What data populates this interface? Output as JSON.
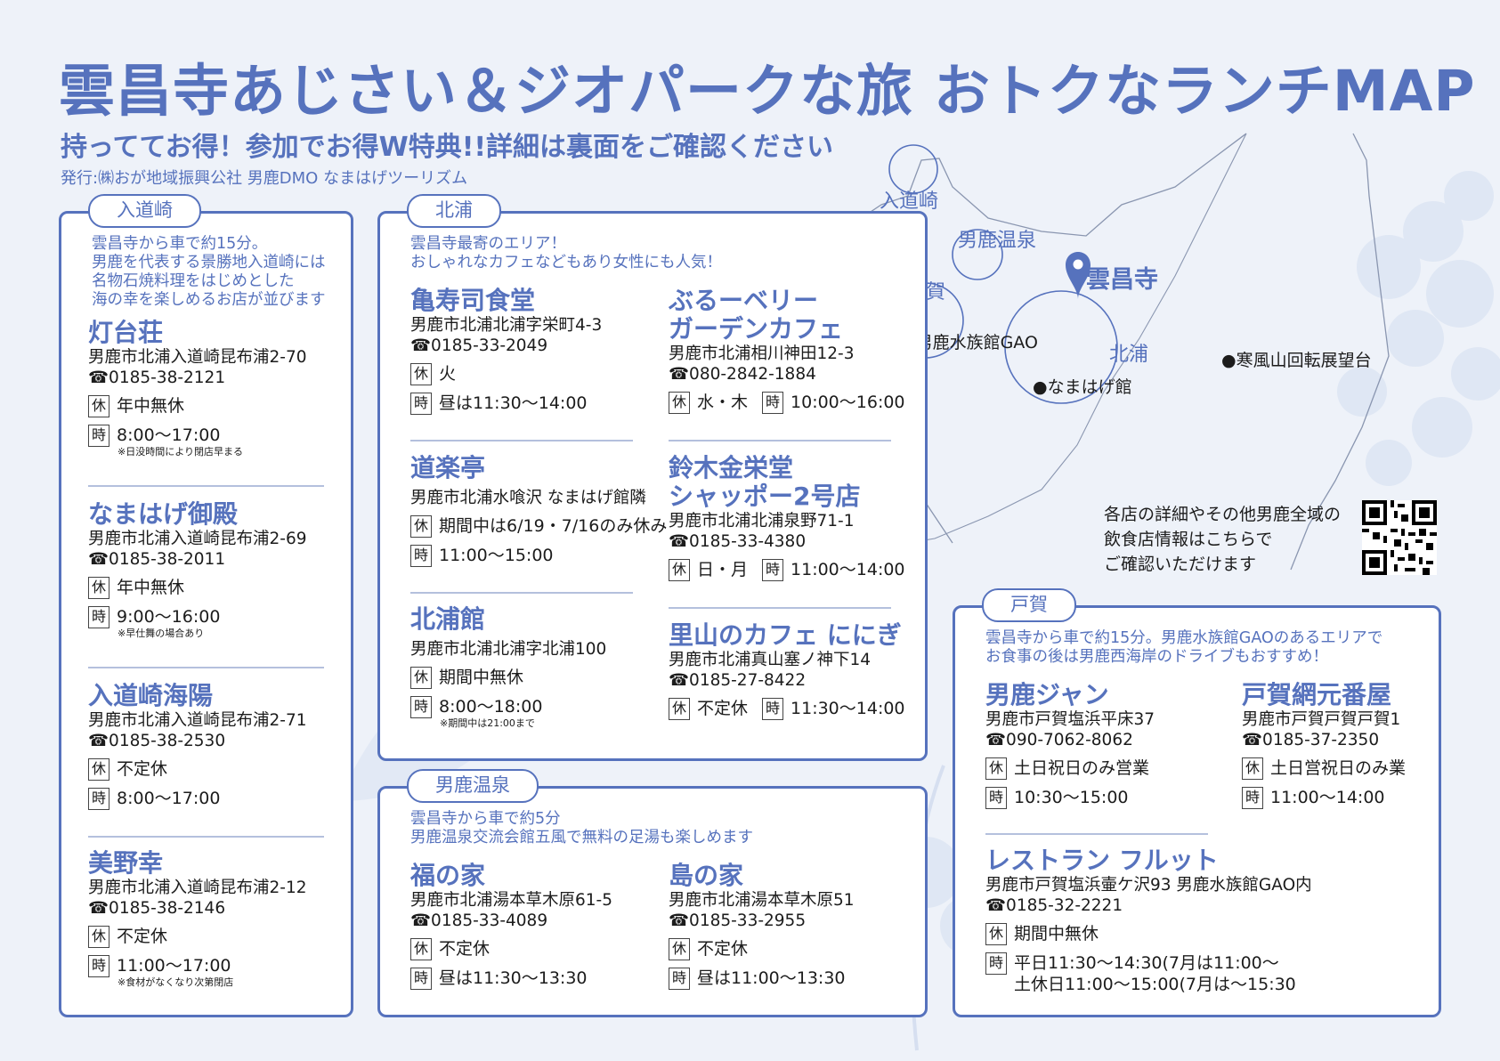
{
  "header": {
    "title": "雲昌寺あじさい＆ジオパークな旅 おトクなランチMAP",
    "subtitle": "持っててお得！参加でお得W特典!!詳細は裏面をご確認ください",
    "publisher": "発行:㈱おが地域振興公社 男鹿DMO なまはげツーリズム"
  },
  "legend": {
    "closed": "休",
    "hours": "時"
  },
  "nyudozaki": {
    "tab": "入道崎",
    "intro": [
      "雲昌寺から車で約15分。",
      "男鹿を代表する景勝地入道崎には",
      "名物石焼料理をはじめとした",
      "海の幸を楽しめるお店が並びます"
    ],
    "shops": [
      {
        "name": "灯台荘",
        "address": "男鹿市北浦入道崎昆布浦2-70",
        "tel": "☎0185-38-2121",
        "closed": "年中無休",
        "hours": "8:00～17:00",
        "note": "※日没時間により閉店早まる"
      },
      {
        "name": "なまはげ御殿",
        "address": "男鹿市北浦入道崎昆布浦2-69",
        "tel": "☎0185-38-2011",
        "closed": "年中無休",
        "hours": "9:00～16:00",
        "note": "※早仕舞の場合あり"
      },
      {
        "name": "入道崎海陽",
        "address": "男鹿市北浦入道崎昆布浦2-71",
        "tel": "☎0185-38-2530",
        "closed": "不定休",
        "hours": "8:00～17:00"
      },
      {
        "name": "美野幸",
        "address": "男鹿市北浦入道崎昆布浦2-12",
        "tel": "☎0185-38-2146",
        "closed": "不定休",
        "hours": "11:00～17:00",
        "note": "※食材がなくなり次第閉店"
      }
    ]
  },
  "kitaura": {
    "tab": "北浦",
    "intro": [
      "雲昌寺最寄のエリア！",
      "おしゃれなカフェなどもあり女性にも人気！"
    ],
    "shops": [
      {
        "name": "亀寿司食堂",
        "address": "男鹿市北浦北浦字栄町4-3",
        "tel": "☎0185-33-2049",
        "closed": "火",
        "hours": "昼は11:30～14:00"
      },
      {
        "name1": "ぶるーベリー",
        "name2": "ガーデンカフェ",
        "address": "男鹿市北浦相川神田12-3",
        "tel": "☎080-2842-1884",
        "closed": "水・木",
        "hours": "10:00～16:00"
      },
      {
        "name": "道楽亭",
        "address": "男鹿市北浦水喰沢 なまはげ館隣",
        "closed": "期間中は6/19・7/16のみ休み",
        "hours": "11:00～15:00"
      },
      {
        "name1": "鈴木金栄堂",
        "name2": "シャッポー2号店",
        "address": "男鹿市北浦北浦泉野71-1",
        "tel": "☎0185-33-4380",
        "closed": "日・月",
        "hours": "11:00～14:00"
      },
      {
        "name": "北浦館",
        "address": "男鹿市北浦北浦字北浦100",
        "closed": "期間中無休",
        "hours": "8:00～18:00",
        "note": "※期間中は21:00まで"
      },
      {
        "name": "里山のカフェ ににぎ",
        "address": "男鹿市北浦真山塞ノ神下14",
        "tel": "☎0185-27-8422",
        "closed": "不定休",
        "hours": "11:30～14:00"
      }
    ]
  },
  "onsen": {
    "tab": "男鹿温泉",
    "intro": [
      "雲昌寺から車で約5分",
      "男鹿温泉交流会館五風で無料の足湯も楽しめます"
    ],
    "shops": [
      {
        "name": "福の家",
        "address": "男鹿市北浦湯本草木原61-5",
        "tel": "☎0185-33-4089",
        "closed": "不定休",
        "hours": "昼は11:30～13:30"
      },
      {
        "name": "島の家",
        "address": "男鹿市北浦湯本草木原51",
        "tel": "☎0185-33-2955",
        "closed": "不定休",
        "hours": "昼は11:00～13:30"
      }
    ]
  },
  "toga": {
    "tab": "戸賀",
    "intro": [
      "雲昌寺から車で約15分。男鹿水族館GAOのあるエリアで",
      "お食事の後は男鹿西海岸のドライブもおすすめ！"
    ],
    "shops": [
      {
        "name": "男鹿ジャン",
        "address": "男鹿市戸賀塩浜平床37",
        "tel": "☎090-7062-8062",
        "closed": "土日祝日のみ営業",
        "hours": "10:30～15:00"
      },
      {
        "name": "戸賀網元番屋",
        "address": "男鹿市戸賀戸賀戸賀1",
        "tel": "☎0185-37-2350",
        "closed": "土日営祝日のみ業",
        "hours": "11:00～14:00"
      },
      {
        "name": "レストラン フルット",
        "address": "男鹿市戸賀塩浜壷ケ沢93 男鹿水族館GAO内",
        "tel": "☎0185-32-2221",
        "closed": "期間中無休",
        "hours1": "平日11:30～14:30(7月は11:00～",
        "hours2": "土休日11:00～15:00(7月は～15:30"
      }
    ]
  },
  "map": {
    "areas": {
      "nyudozaki": "入道崎",
      "onsen": "男鹿温泉",
      "toga": "戸賀",
      "kitaura": "北浦"
    },
    "temple": "雲昌寺",
    "poi": {
      "gao": "●男鹿水族館GAO",
      "namahage": "●なまはげ館",
      "kanpuzan": "●寒風山回転展望台"
    },
    "qr_text": [
      "各店の詳細やその他男鹿全域の",
      "飲食店情報はこちらで",
      "ご確認いただけます"
    ]
  },
  "colors": {
    "accent": "#5672bd",
    "background": "#eef2f9",
    "line": "#b4c0dd"
  }
}
